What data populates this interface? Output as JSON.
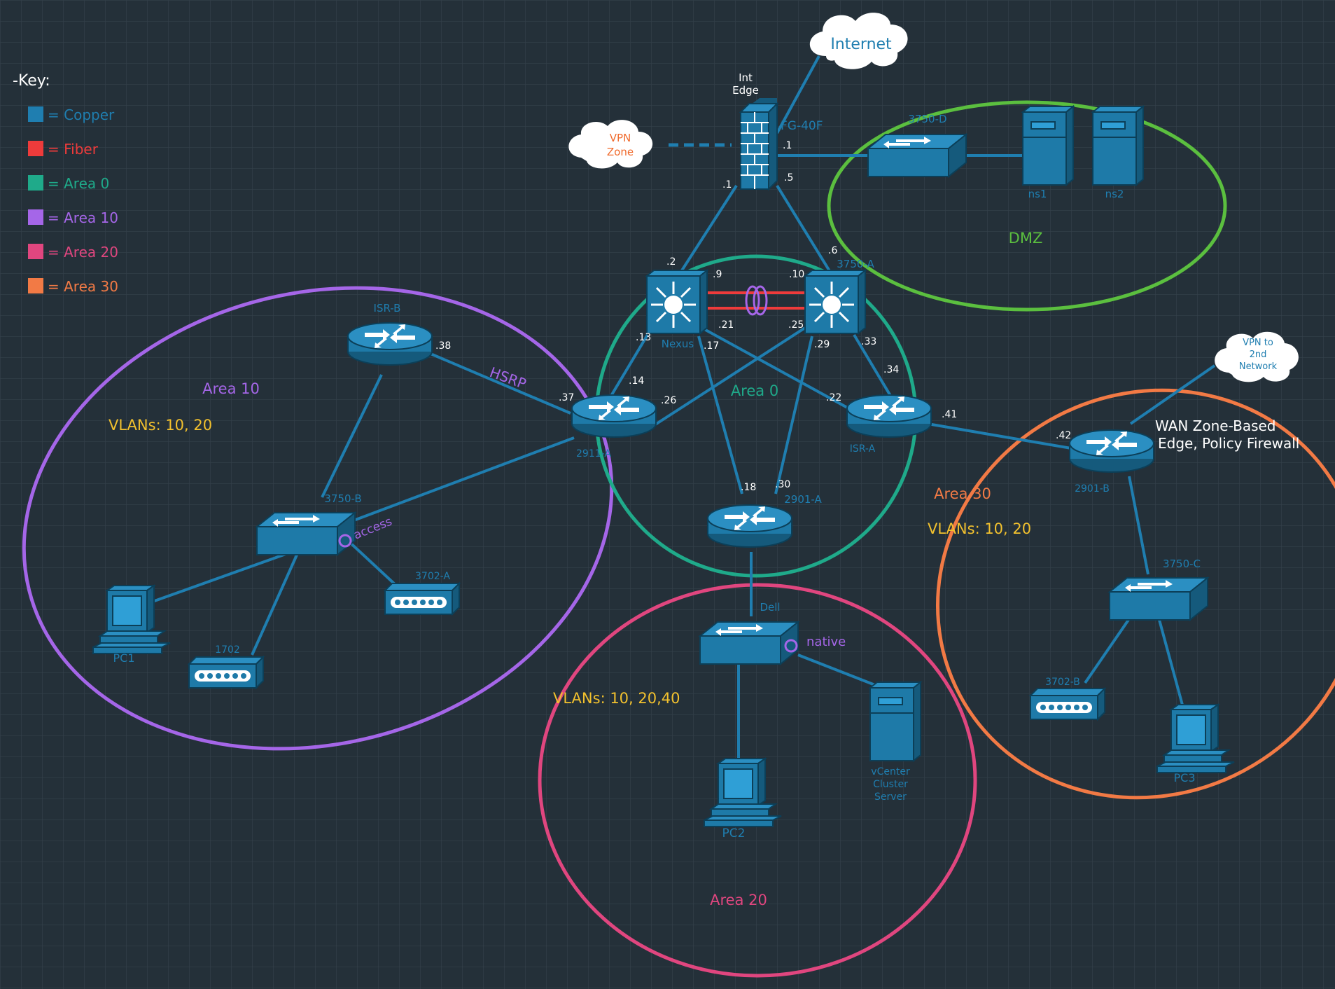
{
  "key": {
    "title": "-Key:",
    "items": [
      {
        "label": "= Copper",
        "color": "#1f7eb0"
      },
      {
        "label": "= Fiber",
        "color": "#ee3b3b"
      },
      {
        "label": "= Area 0",
        "color": "#1faa8a"
      },
      {
        "label": "= Area 10",
        "color": "#a566e8"
      },
      {
        "label": "= Area 20",
        "color": "#e0467f"
      },
      {
        "label": "= Area 30",
        "color": "#f27a45"
      }
    ]
  },
  "colors": {
    "background": "#243039",
    "grid": "#34414b",
    "device": "#1e7aa8",
    "device_dark": "#155a7c",
    "link": "#1f7eb0",
    "fiber": "#ee3b3b",
    "label_blue": "#1f7eb0",
    "vlan_yellow": "#f2c12e",
    "ip_white": "#ffffff",
    "dmz_green": "#5bbf3f"
  },
  "clouds": {
    "internet": "Internet",
    "vpn_zone": [
      "VPN",
      "Zone"
    ],
    "vpn_2nd": [
      "VPN to",
      "2nd",
      "Network"
    ]
  },
  "firewall": {
    "name": "FG-40F",
    "title": [
      "Int",
      "Edge"
    ]
  },
  "devices": {
    "dmz_switch": "3750-D",
    "ns1": "ns1",
    "ns2": "ns2",
    "nexus": "Nexus",
    "sw_3750a": "3750-A",
    "isr_b": "ISR-B",
    "r2911a": "2911-A",
    "isr_a": "ISR-A",
    "r2901a": "2901-A",
    "r2901b": "2901-B",
    "sw_3750b": "3750-B",
    "sw_3750c": "3750-C",
    "ap_3702a": "3702-A",
    "ap_1702": "1702",
    "ap_3702b": "3702-B",
    "dell": "Dell",
    "pc1": "PC1",
    "pc2": "PC2",
    "pc3": "PC3",
    "vcenter": [
      "vCenter",
      "Cluster",
      "Server"
    ]
  },
  "areas": {
    "dmz": "DMZ",
    "area0": "Area 0",
    "area10": "Area 10",
    "area20": "Area 20",
    "area30": "Area 30"
  },
  "vlans": {
    "area10": "VLANs: 10, 20",
    "area20": "VLANs: 10, 20,40",
    "area30": "VLANs: 10, 20"
  },
  "annotations": {
    "hsrp": "HSRP",
    "access": "access",
    "native": "native",
    "wan_edge": [
      "WAN  Zone-Based",
      "Edge,  Policy  Firewall"
    ]
  },
  "ips": {
    "fw_dmz": ".1",
    "fw_left": ".1",
    "fw_right": ".5",
    "nexus_top": ".2",
    "nexus_right_top": ".9",
    "nexus_left_bottom": ".13",
    "nexus_bottom": ".17",
    "nexus_right_bottom": ".21",
    "a_top": ".6",
    "a_left_top": ".10",
    "a_left_bottom": ".25",
    "a_bottom": ".29",
    "a_right_bottom": ".33",
    "isrb": ".38",
    "r2911_left": ".37",
    "r2911_top": ".14",
    "r2911_right": ".26",
    "isra_top": ".34",
    "isra_left": ".22",
    "isra_right": ".41",
    "r2901a_left": ".18",
    "r2901a_right": ".30",
    "r2901b": ".42"
  }
}
